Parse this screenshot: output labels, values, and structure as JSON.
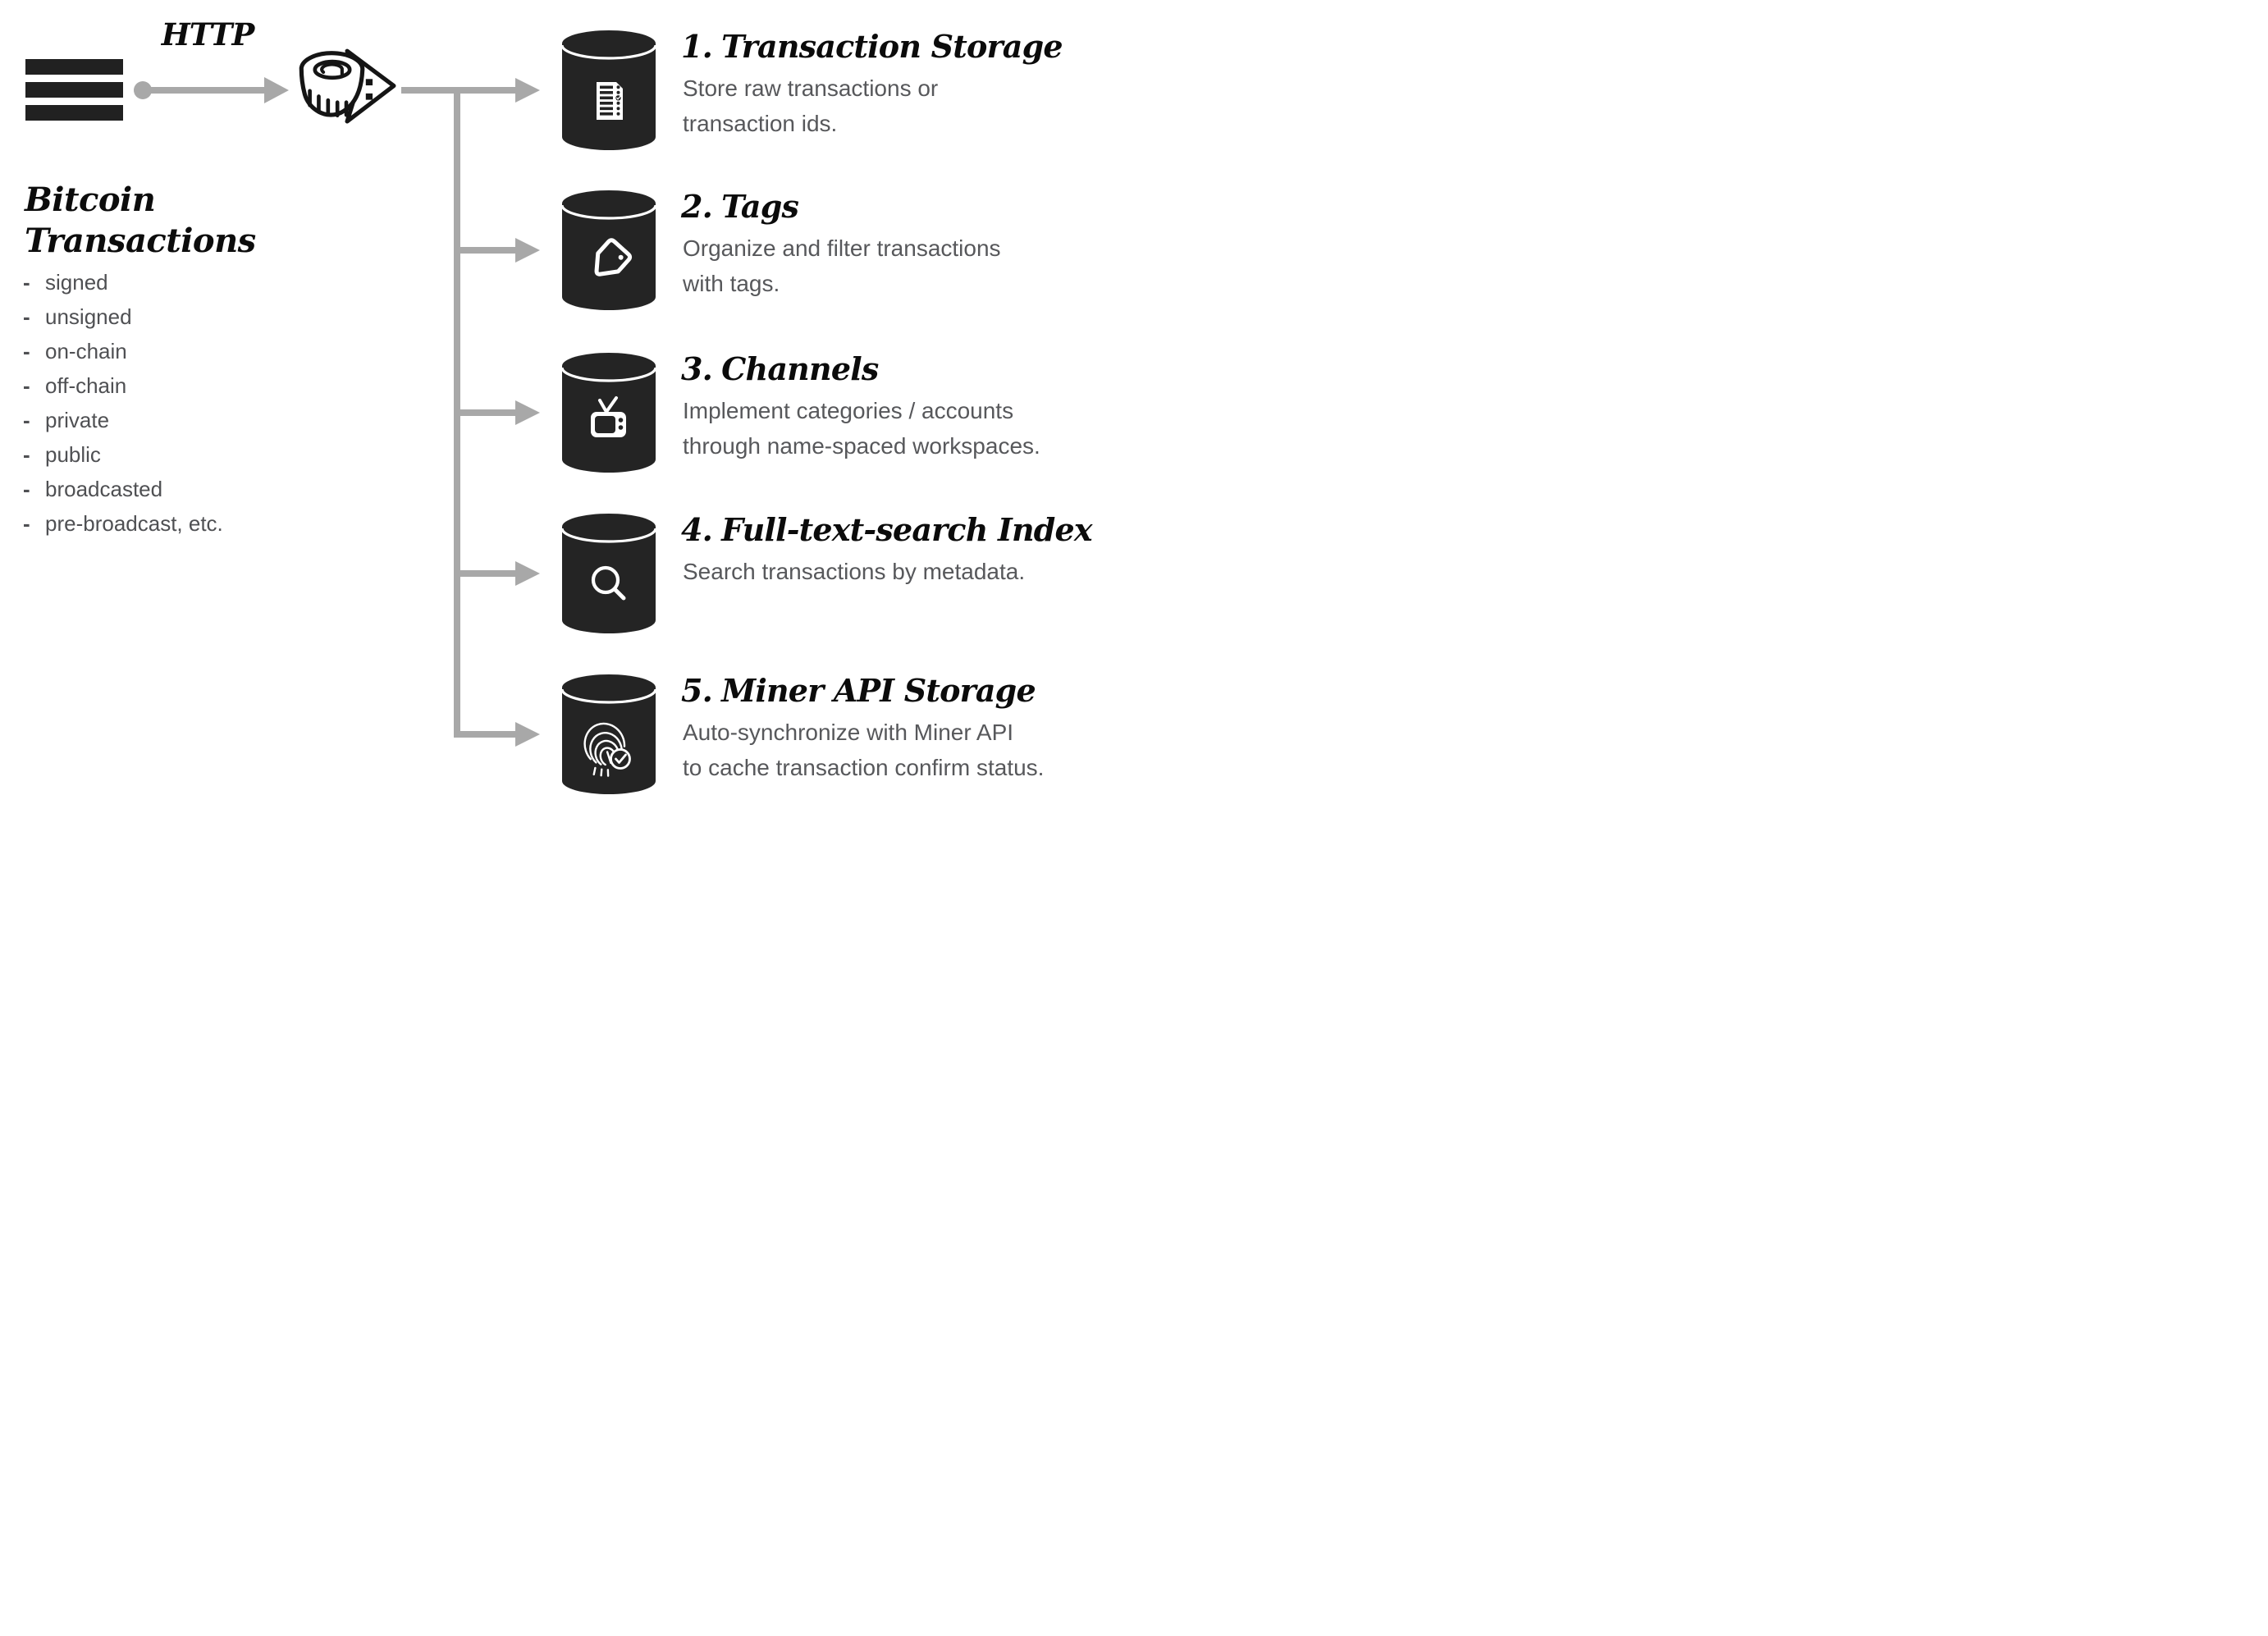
{
  "header": {
    "http_label": "HTTP"
  },
  "source": {
    "icon": "transaction-stack-icon",
    "title_lines": [
      "Bitcoin",
      "Transactions"
    ],
    "bullet": "-",
    "items": [
      "signed",
      "unsigned",
      "on-chain",
      "off-chain",
      "private",
      "public",
      "broadcasted",
      "pre-broadcast, etc."
    ]
  },
  "processor": {
    "icon": "scroll-arrow-icon"
  },
  "storages": [
    {
      "number": "1.",
      "title": "Transaction Storage",
      "icon": "document-checklist-icon",
      "description_lines": [
        "Store raw transactions or",
        "transaction ids."
      ]
    },
    {
      "number": "2.",
      "title": "Tags",
      "icon": "tag-icon",
      "description_lines": [
        "Organize and filter transactions",
        "with tags."
      ]
    },
    {
      "number": "3.",
      "title": "Channels",
      "icon": "tv-icon",
      "description_lines": [
        "Implement categories / accounts",
        "through name-spaced workspaces."
      ]
    },
    {
      "number": "4.",
      "title": "Full-text-search Index",
      "icon": "search-icon",
      "description_lines": [
        "Search transactions by metadata."
      ]
    },
    {
      "number": "5.",
      "title": "Miner API Storage",
      "icon": "fingerprint-check-icon",
      "description_lines": [
        "Auto-synchronize with Miner API",
        "to cache transaction confirm status."
      ]
    }
  ],
  "colors": {
    "ink": "#1c1c1c",
    "cylinder": "#242424",
    "connector_gray": "#a8a8a8",
    "text_gray": "#57585b"
  }
}
